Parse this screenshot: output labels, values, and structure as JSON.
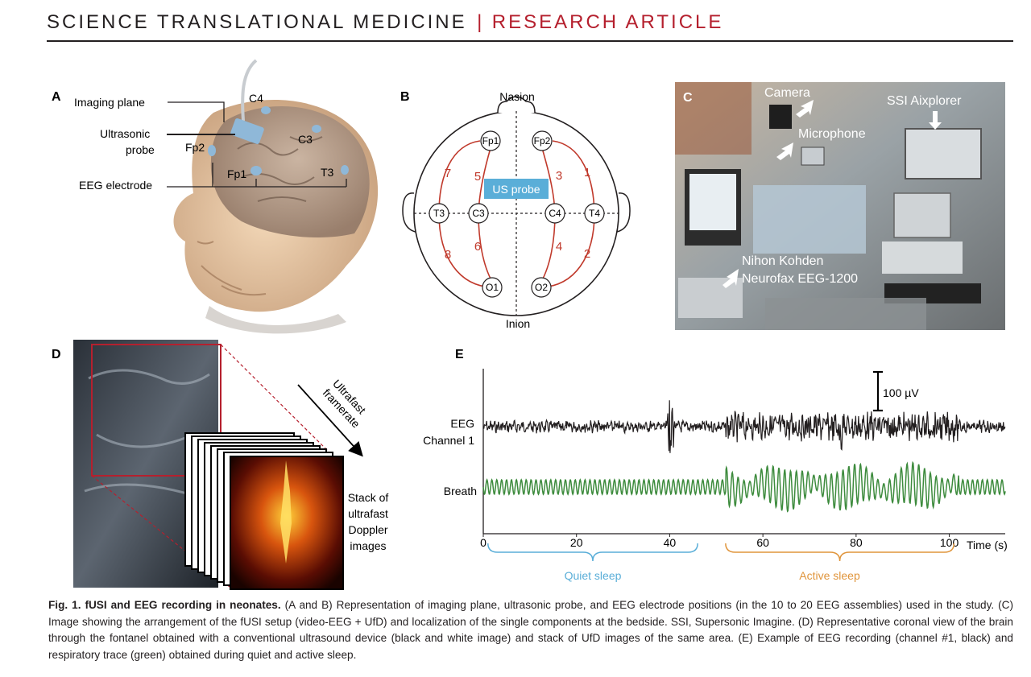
{
  "header": {
    "journal": "SCIENCE TRANSLATIONAL MEDICINE",
    "separator": "|",
    "article_type": "RESEARCH ARTICLE"
  },
  "panel_a": {
    "label": "A",
    "imaging_plane": "Imaging plane",
    "ultrasonic": "Ultrasonic",
    "probe": "probe",
    "eeg_electrode": "EEG electrode",
    "electrodes": {
      "c4": "C4",
      "c3": "C3",
      "fp2": "Fp2",
      "fp1": "Fp1",
      "t3": "T3"
    }
  },
  "panel_b": {
    "label": "B",
    "nasion": "Nasion",
    "inion": "Inion",
    "us_probe": "US probe",
    "electrodes": {
      "fp1": "Fp1",
      "fp2": "Fp2",
      "t3": "T3",
      "c3": "C3",
      "c4": "C4",
      "t4": "T4",
      "o1": "O1",
      "o2": "O2"
    },
    "channels": {
      "c1": "1",
      "c2": "2",
      "c3": "3",
      "c4": "4",
      "c5": "5",
      "c6": "6",
      "c7": "7",
      "c8": "8"
    }
  },
  "panel_c": {
    "label": "C",
    "camera": "Camera",
    "microphone": "Microphone",
    "ssi": "SSI Aixplorer",
    "nk_line1": "Nihon Kohden",
    "nk_line2": "Neurofax EEG-1200"
  },
  "panel_d": {
    "label": "D",
    "framerate_line1": "Ultrafast",
    "framerate_line2": "framerate",
    "stack_line1": "Stack of",
    "stack_line2": "ultrafast",
    "stack_line3": "Doppler",
    "stack_line4": "images"
  },
  "panel_e": {
    "label": "E",
    "eeg_line1": "EEG",
    "eeg_line2": "Channel 1",
    "breath": "Breath",
    "scale": "100 µV",
    "xlabel": "Time (s)",
    "quiet": "Quiet sleep",
    "active": "Active sleep",
    "colors": {
      "eeg": "#231f20",
      "breath": "#3d8b3d",
      "quiet": "#5aaed8",
      "active": "#e0953c"
    }
  },
  "chart_data": {
    "type": "line",
    "x_ticks": [
      "0",
      "20",
      "40",
      "60",
      "80",
      "100"
    ],
    "xlim": [
      0,
      112
    ],
    "xlabel": "Time (s)",
    "series": [
      {
        "name": "EEG Channel 1",
        "color": "#231f20"
      },
      {
        "name": "Breath",
        "color": "#3d8b3d"
      }
    ],
    "scale_bar": "100 µV",
    "segments": [
      {
        "label": "Quiet sleep",
        "range": [
          0,
          46
        ]
      },
      {
        "label": "Active sleep",
        "range": [
          52,
          101
        ]
      }
    ]
  },
  "caption": {
    "title": "Fig. 1. fUSI and EEG recording in neonates.",
    "text": " (A and B) Representation of imaging plane, ultrasonic probe, and EEG electrode positions (in the 10 to 20 EEG assemblies) used in the study. (C) Image showing the arrangement of the fUSI setup (video-EEG + UfD) and localization of the single components at the bedside. SSI, Supersonic Imagine. (D) Representative coronal view of the brain through the fontanel obtained with a conventional ultrasound device (black and white image) and stack of UfD images of the same area. (E) Example of EEG recording (channel #1, black) and respiratory trace (green) obtained during quiet and active sleep."
  }
}
